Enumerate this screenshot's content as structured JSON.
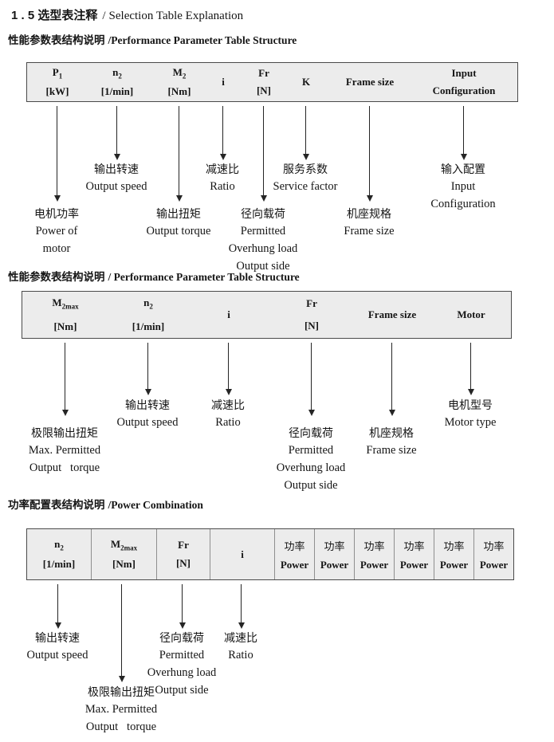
{
  "title": {
    "zh": "1 . 5 选型表注释",
    "sep": "/",
    "en": "Selection Table Explanation"
  },
  "colors": {
    "table_bg": "#ececec",
    "table_border": "#4a4a4a",
    "inner_border": "#8f8f8f",
    "text": "#151515",
    "arrow": "#252525"
  },
  "s1": {
    "heading_zh": "性能参数表结构说明",
    "heading_en": "/Performance Parameter Table Structure",
    "columns": [
      {
        "base": "P",
        "sub": "1",
        "unit": "[kW]"
      },
      {
        "base": "n",
        "sub": "2",
        "unit": "[1/min]"
      },
      {
        "base": "M",
        "sub": "2",
        "unit": "[Nm]"
      },
      {
        "base": "i"
      },
      {
        "base": "Fr",
        "unit": "[N]"
      },
      {
        "base": "K"
      },
      {
        "base": "Frame size"
      },
      {
        "base": "Input",
        "unit": "Configuration"
      }
    ],
    "callouts": [
      {
        "lines": [
          "输出转速",
          "Output speed"
        ]
      },
      {
        "lines": [
          "减速比",
          "Ratio"
        ]
      },
      {
        "lines": [
          "服务系数",
          "Service factor"
        ]
      },
      {
        "lines": [
          "输入配置",
          "Input",
          "Configuration"
        ]
      },
      {
        "lines": [
          "电机功率",
          "Power of",
          "motor"
        ]
      },
      {
        "lines": [
          "输出扭矩",
          "Output torque"
        ]
      },
      {
        "lines": [
          "径向载荷",
          "Permitted",
          "Overhung load",
          "Output side"
        ]
      },
      {
        "lines": [
          "机座规格",
          "Frame size"
        ]
      }
    ]
  },
  "s2": {
    "heading_zh": "性能参数表结构说明",
    "heading_en": "/ Performance Parameter Table Structure",
    "columns": [
      {
        "base": "M",
        "sub": "2max",
        "unit": "[Nm]"
      },
      {
        "base": "n",
        "sub": "2",
        "unit": "[1/min]"
      },
      {
        "base": "i"
      },
      {
        "base": "Fr",
        "unit": "[N]"
      },
      {
        "base": "Frame size"
      },
      {
        "base": "Motor"
      }
    ],
    "callouts": [
      {
        "lines": [
          "极限输出扭矩",
          "Max. Permitted",
          "Output   torque"
        ]
      },
      {
        "lines": [
          "输出转速",
          "Output speed"
        ]
      },
      {
        "lines": [
          "减速比",
          "Ratio"
        ]
      },
      {
        "lines": [
          "径向载荷",
          "Permitted",
          "Overhung load",
          "Output side"
        ]
      },
      {
        "lines": [
          "机座规格",
          "Frame size"
        ]
      },
      {
        "lines": [
          "电机型号",
          "Motor type"
        ]
      }
    ]
  },
  "s3": {
    "heading_zh": "功率配置表结构说明",
    "heading_en": "/Power Combination",
    "columns": [
      {
        "base": "n",
        "sub": "2",
        "unit": "[1/min]"
      },
      {
        "base": "M",
        "sub": "2max",
        "unit": "[Nm]"
      },
      {
        "base": "Fr",
        "unit": "[N]"
      },
      {
        "base": "i"
      }
    ],
    "power_cols": [
      {
        "zh": "功率",
        "en": "Power"
      },
      {
        "zh": "功率",
        "en": "Power"
      },
      {
        "zh": "功率",
        "en": "Power"
      },
      {
        "zh": "功率",
        "en": "Power"
      },
      {
        "zh": "功率",
        "en": "Power"
      },
      {
        "zh": "功率",
        "en": "Power"
      }
    ],
    "callouts": [
      {
        "lines": [
          "输出转速",
          "Output speed"
        ]
      },
      {
        "lines": [
          "极限输出扭矩",
          "Max. Permitted",
          "Output   torque"
        ]
      },
      {
        "lines": [
          "径向载荷",
          "Permitted",
          "Overhung load",
          "Output side"
        ]
      },
      {
        "lines": [
          "减速比",
          "Ratio"
        ]
      }
    ]
  }
}
